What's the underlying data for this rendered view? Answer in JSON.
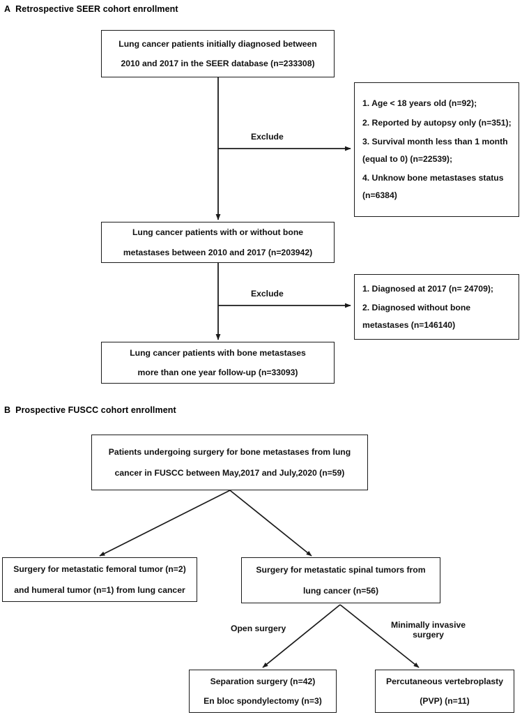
{
  "panels": {
    "a": {
      "letter": "A",
      "title": "Retrospective SEER cohort enrollment"
    },
    "b": {
      "letter": "B",
      "title": "Prospective FUSCC cohort enrollment"
    }
  },
  "seer": {
    "box_initial": {
      "line1": "Lung cancer patients initially diagnosed between",
      "line2": "2010 and 2017 in the SEER database (n=233308)"
    },
    "exclude_label_1": "Exclude",
    "exclusions_1": {
      "line1": "1. Age < 18 years old (n=92);",
      "line2": "2. Reported by autopsy only (n=351);",
      "line3": "3. Survival month less than 1 month",
      "line4": "(equal to 0) (n=22539);",
      "line5": "4. Unknow bone metastases status",
      "line6": "(n=6384)"
    },
    "box_with_without": {
      "line1": "Lung cancer patients with or without bone",
      "line2": "metastases between 2010 and 2017 (n=203942)"
    },
    "exclude_label_2": "Exclude",
    "exclusions_2": {
      "line1": "1. Diagnosed at 2017 (n= 24709);",
      "line2": "2. Diagnosed without bone",
      "line3": "metastases (n=146140)"
    },
    "box_final": {
      "line1": "Lung cancer patients with bone metastases",
      "line2": "more than one year follow-up (n=33093)"
    }
  },
  "fuscc": {
    "box_top": {
      "line1": "Patients undergoing surgery for bone metastases from lung",
      "line2": "cancer in FUSCC between May,2017 and July,2020 (n=59)"
    },
    "box_left": {
      "line1": "Surgery for metastatic femoral tumor (n=2)",
      "line2": "and humeral tumor (n=1) from lung cancer"
    },
    "box_right": {
      "line1": "Surgery for metastatic spinal tumors from",
      "line2": "lung cancer (n=56)"
    },
    "branch_label_left": "Open surgery",
    "branch_label_right_line1": "Minimally invasive",
    "branch_label_right_line2": "surgery",
    "box_open": {
      "line1": "Separation surgery (n=42)",
      "line2": "En bloc spondylectomy (n=3)"
    },
    "box_mis": {
      "line1": "Percutaneous vertebroplasty",
      "line2": "(PVP)  (n=11)"
    }
  },
  "style": {
    "stroke": "#1a1a1a",
    "background": "#ffffff"
  }
}
